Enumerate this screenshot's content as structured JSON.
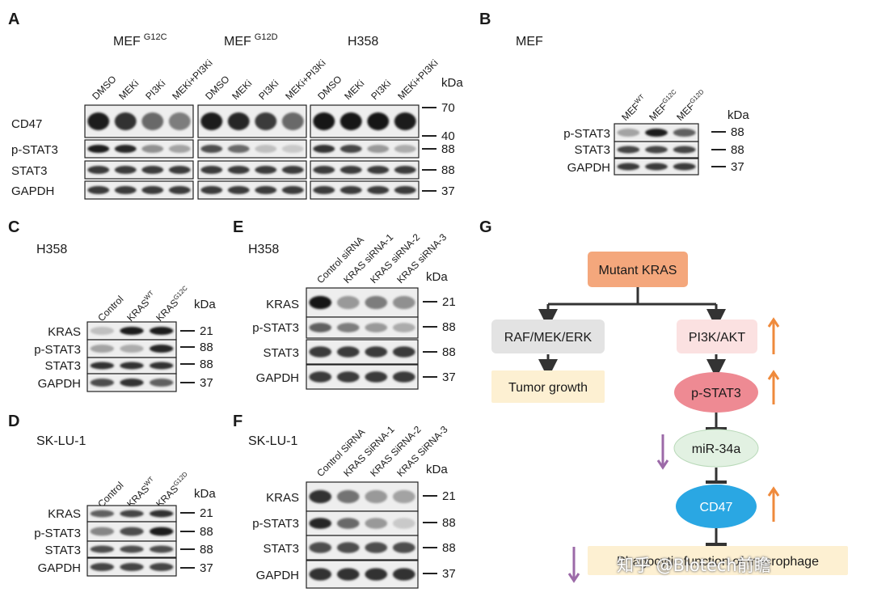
{
  "panels": {
    "A": "A",
    "B": "B",
    "C": "C",
    "D": "D",
    "E": "E",
    "F": "F",
    "G": "G"
  },
  "kda": "kDa",
  "A": {
    "cells": [
      {
        "name": "MEF",
        "sup": "G12C"
      },
      {
        "name": "MEF",
        "sup": "G12D"
      },
      {
        "name": "H358",
        "sup": ""
      }
    ],
    "lanes": [
      "DMSO",
      "MEKi",
      "PI3Ki",
      "MEKi+PI3Ki"
    ],
    "rows": [
      "CD47",
      "p-STAT3",
      "STAT3",
      "GAPDH"
    ],
    "markers": [
      "70",
      "40",
      "88",
      "88",
      "37"
    ]
  },
  "B": {
    "cell": "MEF",
    "lanes": [
      {
        "name": "MEF",
        "sup": "WT"
      },
      {
        "name": "MEF",
        "sup": "G12C"
      },
      {
        "name": "MEF",
        "sup": "G12D"
      }
    ],
    "rows": [
      "p-STAT3",
      "STAT3",
      "GAPDH"
    ],
    "markers": [
      "88",
      "88",
      "37"
    ]
  },
  "C": {
    "cell": "H358",
    "lanes": [
      {
        "name": "Control",
        "sup": ""
      },
      {
        "name": "KRAS",
        "sup": "WT"
      },
      {
        "name": "KRAS",
        "sup": "G12C"
      }
    ],
    "rows": [
      "KRAS",
      "p-STAT3",
      "STAT3",
      "GAPDH"
    ],
    "markers": [
      "21",
      "88",
      "88",
      "37"
    ]
  },
  "D": {
    "cell": "SK-LU-1",
    "lanes": [
      {
        "name": "Control",
        "sup": ""
      },
      {
        "name": "KRAS",
        "sup": "WT"
      },
      {
        "name": "KRAS",
        "sup": "G12D"
      }
    ],
    "rows": [
      "KRAS",
      "p-STAT3",
      "STAT3",
      "GAPDH"
    ],
    "markers": [
      "21",
      "88",
      "88",
      "37"
    ]
  },
  "E": {
    "cell": "H358",
    "lanes": [
      "Control siRNA",
      "KRAS siRNA-1",
      "KRAS siRNA-2",
      "KRAS siRNA-3"
    ],
    "rows": [
      "KRAS",
      "p-STAT3",
      "STAT3",
      "GAPDH"
    ],
    "markers": [
      "21",
      "88",
      "88",
      "37"
    ]
  },
  "F": {
    "cell": "SK-LU-1",
    "lanes": [
      "Control SiRNA",
      "KRAS SiRNA-1",
      "KRAS SiRNA-2",
      "KRAS SiRNA-3"
    ],
    "rows": [
      "KRAS",
      "p-STAT3",
      "STAT3",
      "GAPDH"
    ],
    "markers": [
      "21",
      "88",
      "88",
      "37"
    ]
  },
  "G": {
    "nodes": {
      "mutant_kras": "Mutant KRAS",
      "raf": "RAF/MEK/ERK",
      "pi3k": "PI3K/AKT",
      "tumor": "Tumor growth",
      "pstat3": "p-STAT3",
      "mir": "miR-34a",
      "cd47": "CD47",
      "phago": "Phagocytic function of macrophage"
    },
    "colors": {
      "up_arrow": "#ef8a3c",
      "down_arrow": "#9c6aa8",
      "kras": "#f4a77c",
      "raf": "#e3e3e3",
      "pi3k": "#fbe1e1",
      "tumor": "#fdf0d2",
      "pstat3": "#ee8a93",
      "mir": "#e2f1e2",
      "cd47": "#2aa7e3",
      "phago": "#fdf0d2"
    }
  },
  "watermark": "知乎 @Biotech前瞻"
}
